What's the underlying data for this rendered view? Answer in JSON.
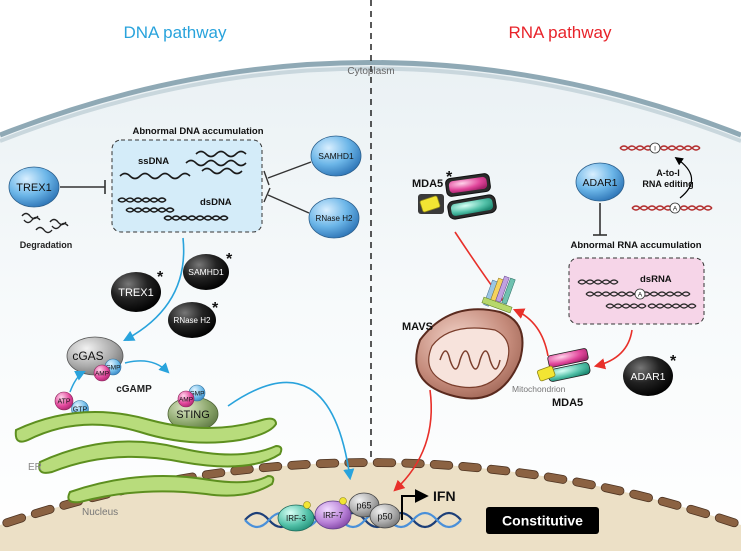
{
  "headings": {
    "dna_pathway": "DNA pathway",
    "rna_pathway": "RNA pathway"
  },
  "compartments": {
    "cytoplasm": "Cytoplasm",
    "nucleus": "Nucleus",
    "er": "ER",
    "mitochondrion": "Mitochondrion"
  },
  "dna_side": {
    "box_title": "Abnormal DNA accumulation",
    "ssdna": "ssDNA",
    "dsdna": "dsDNA",
    "trex1": "TREX1",
    "degradation": "Degradation",
    "samhd1": "SAMHD1",
    "rnase_h2": "RNase H2",
    "trex1_mut": "TREX1",
    "samhd1_mut": "SAMHD1",
    "rnase_h2_mut": "RNase H2",
    "mutant_marker": "*",
    "cgas": "cGAS",
    "cgamp": "cGAMP",
    "gmp": "GMP",
    "amp": "AMP",
    "atp": "ATP",
    "gtp": "GTP",
    "sting": "STING"
  },
  "rna_side": {
    "mda5_mut": "MDA5",
    "adar1": "ADAR1",
    "editing": "A-to-I\nRNA editing",
    "editing_line1": "A-to-I",
    "editing_line2": "RNA editing",
    "inosine": "I",
    "adenosine": "A",
    "box_title": "Abnormal RNA accumulation",
    "dsrna": "dsRNA",
    "mavs": "MAVS",
    "mda5": "MDA5",
    "adar1_mut": "ADAR1",
    "mutant_marker": "*"
  },
  "nucleus_factors": {
    "irf3": "IRF-3",
    "irf7": "IRF-7",
    "p65": "p65",
    "p50": "p50",
    "ifn": "IFN",
    "constitutive": "Constitutive"
  },
  "colors": {
    "dna_heading": "#29a3dc",
    "rna_heading": "#e8232a",
    "dna_arrow": "#29a3dc",
    "rna_arrow": "#e8302a",
    "nucleus_fill": "#ece0c6",
    "er_green": "#8dc63f",
    "dna_box": "#d4ecf9",
    "rna_box": "#f6d5e8",
    "blue_sphere": "#5aa9df",
    "black_sphere": "#1a1a1a"
  }
}
